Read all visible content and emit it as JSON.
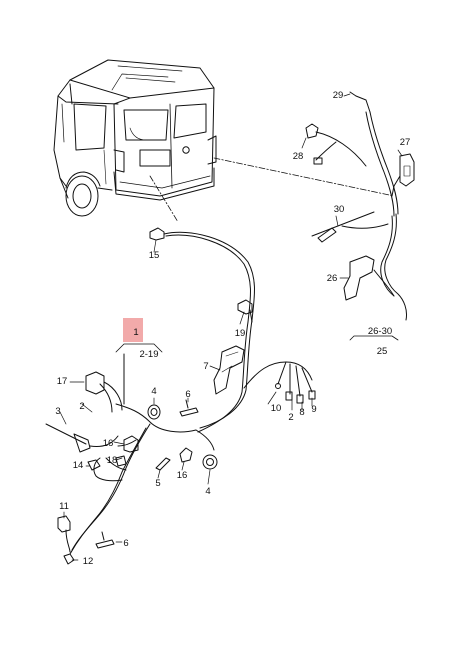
{
  "diagram": {
    "callouts": {
      "c1": "1",
      "c2_19": "2-19",
      "c15": "15",
      "c19": "19",
      "c7": "7",
      "c17": "17",
      "c2a": "2",
      "c3": "3",
      "c4a": "4",
      "c6a": "6",
      "c10": "10",
      "c2b": "2",
      "c8": "8",
      "c9": "9",
      "c16a": "16",
      "c18": "18",
      "c14": "14",
      "c5": "5",
      "c16b": "16",
      "c4b": "4",
      "c11": "11",
      "c6b": "6",
      "c12": "12",
      "c29": "29",
      "c27": "27",
      "c28": "28",
      "c30": "30",
      "c26": "26",
      "c26_30": "26-30",
      "c25": "25"
    },
    "highlight_color": "#f2aaaa",
    "line_color": "#111111"
  }
}
